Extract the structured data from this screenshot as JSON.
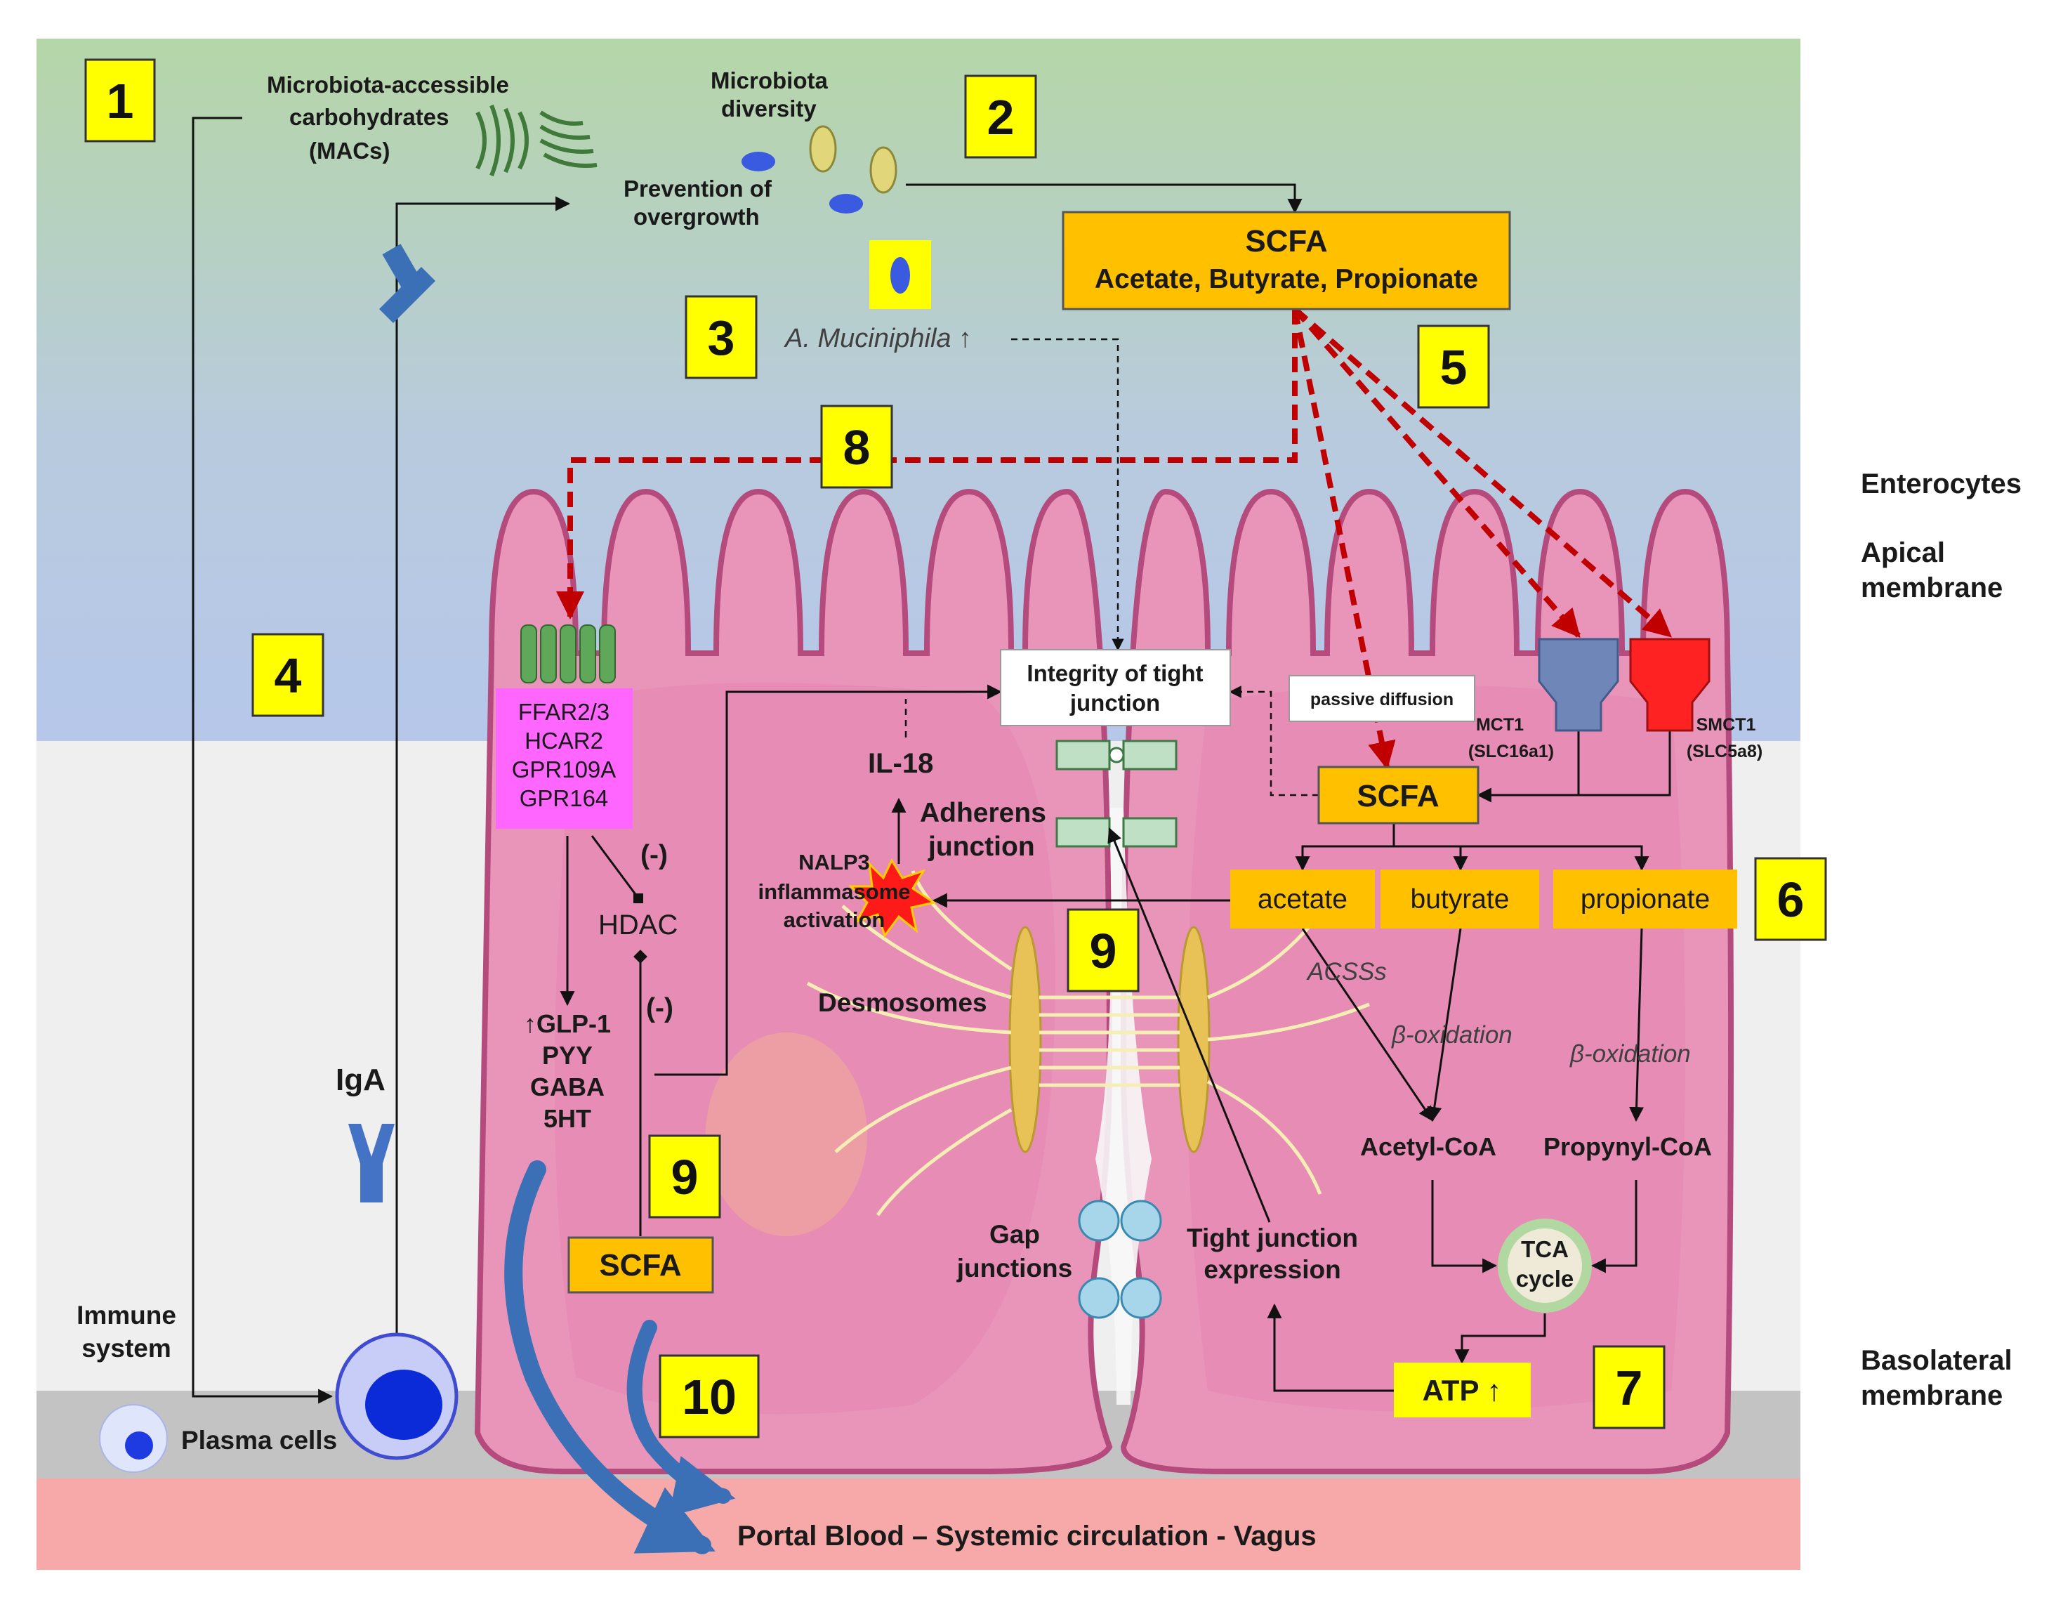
{
  "side_labels": {
    "enterocytes": "Enterocytes",
    "apical_1": "Apical",
    "apical_2": "membrane",
    "basolateral_1": "Basolateral",
    "basolateral_2": "membrane"
  },
  "numbers": [
    "1",
    "2",
    "3",
    "4",
    "5",
    "6",
    "7",
    "8",
    "9",
    "9",
    "10"
  ],
  "labels": {
    "macs_1": "Microbiota-accessible",
    "macs_2": "carbohydrates",
    "macs_3": "(MACs)",
    "diversity_1": "Microbiota",
    "diversity_2": "diversity",
    "prevention_1": "Prevention of",
    "prevention_2": "overgrowth",
    "akkermansia": "A. Muciniphila ↑",
    "scfa_top_title": "SCFA",
    "scfa_top_sub": "Acetate, Butyrate, Propionate",
    "receptors": [
      "FFAR2/3",
      "HCAR2",
      "GPR109A",
      "GPR164"
    ],
    "minus_1": "(-)",
    "minus_2": "(-)",
    "hdac": "HDAC",
    "hormones": [
      "↑GLP-1",
      "PYY",
      "GABA",
      "5HT"
    ],
    "iga": "IgA",
    "immune_1": "Immune",
    "immune_2": "system",
    "plasma_cells": "Plasma cells",
    "scfa_bottom": "SCFA",
    "integrity_1": "Integrity of tight",
    "integrity_2": "junction",
    "il18": "IL-18",
    "adherens_1": "Adherens",
    "adherens_2": "junction",
    "nalp3_1": "NALP3",
    "nalp3_2": "inflammasome",
    "nalp3_3": "activation",
    "desmosomes": "Desmosomes",
    "gap_1": "Gap",
    "gap_2": "junctions",
    "tj_expr_1": "Tight junction",
    "tj_expr_2": "expression",
    "passive": "passive diffusion",
    "mct1_1": "MCT1",
    "mct1_2": "(SLC16a1)",
    "smct1_1": "SMCT1",
    "smct1_2": "(SLC5a8)",
    "scfa_mid": "SCFA",
    "acetate": "acetate",
    "butyrate": "butyrate",
    "propionate": "propionate",
    "acsss": "ACSSs",
    "beta_ox_1": "β-oxidation",
    "beta_ox_2": "β-oxidation",
    "acetyl_coa": "Acetyl-CoA",
    "propynyl_coa": "Propynyl-CoA",
    "tca_1": "TCA",
    "tca_2": "cycle",
    "atp": "ATP ↑",
    "portal": "Portal Blood – Systemic circulation - Vagus"
  },
  "colors": {
    "lumen_top": "#b9d7ad",
    "lumen_bottom": "#b9c9e8",
    "cytosol": "#f0f0f0",
    "basement": "#c0c0c0",
    "blood": "#f5a6a6",
    "cell_fill": "#e996b8",
    "cell_stroke": "#b24a7a",
    "number_box": "#ffff00",
    "scfa_box": "#ffc000",
    "receptor_box": "#ff66ff",
    "dashed_red": "#c00000",
    "mct1": "#6f86b8",
    "smct1": "#ff2020",
    "iga": "#4472c4"
  },
  "icons": [
    "fiber-icon",
    "bacteria-icon",
    "antibody-icon",
    "receptor-icon",
    "transporter-icon",
    "plasma-cell-icon",
    "inflammasome-burst-icon",
    "gap-junction-icon"
  ]
}
